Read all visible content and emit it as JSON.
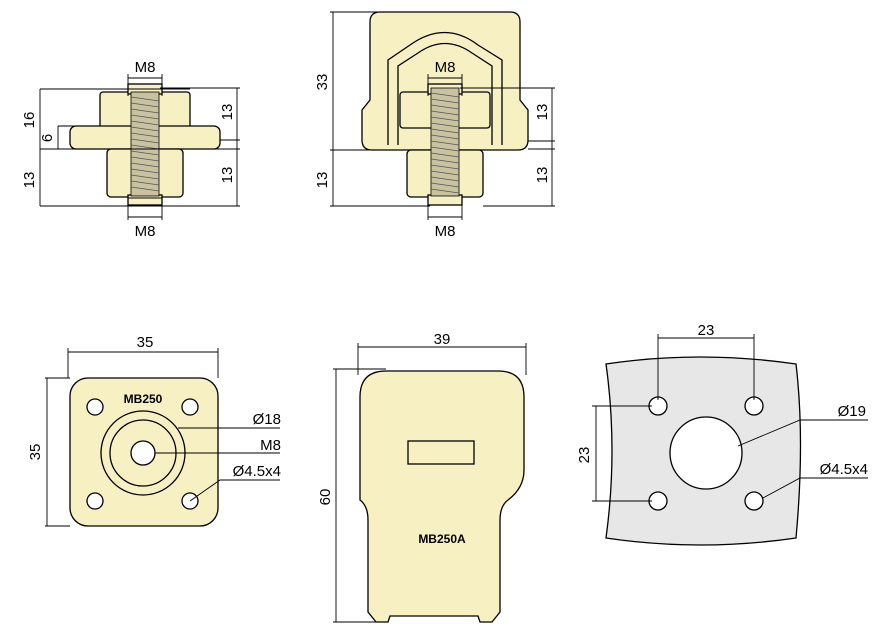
{
  "colors": {
    "part_fill": "#f7f0c3",
    "plate_fill": "#e7e7e7",
    "thread_fill": "#c9c2a0"
  },
  "views": {
    "mb250_side": {
      "top_thread": "M8",
      "bottom_thread": "M8",
      "dim_total_upper": "16",
      "dim_flange": "6",
      "dim_lower_left": "13",
      "dim_upper_right": "13",
      "dim_lower_right": "13"
    },
    "mb250a_side": {
      "dim_height": "33",
      "top_thread": "M8",
      "bottom_thread": "M8",
      "dim_upper_right": "13",
      "dim_lower_left": "13",
      "dim_lower_right": "13"
    },
    "mb250_top": {
      "model": "MB250",
      "width": "35",
      "height": "35",
      "outer_diameter": "Ø18",
      "thread": "M8",
      "holes": "Ø4.5x4"
    },
    "mb250a_top": {
      "model": "MB250A",
      "width": "39",
      "height": "60"
    },
    "mounting_plate": {
      "hole_spacing_x": "23",
      "hole_spacing_y": "23",
      "center_diameter": "Ø19",
      "holes": "Ø4.5x4"
    }
  }
}
